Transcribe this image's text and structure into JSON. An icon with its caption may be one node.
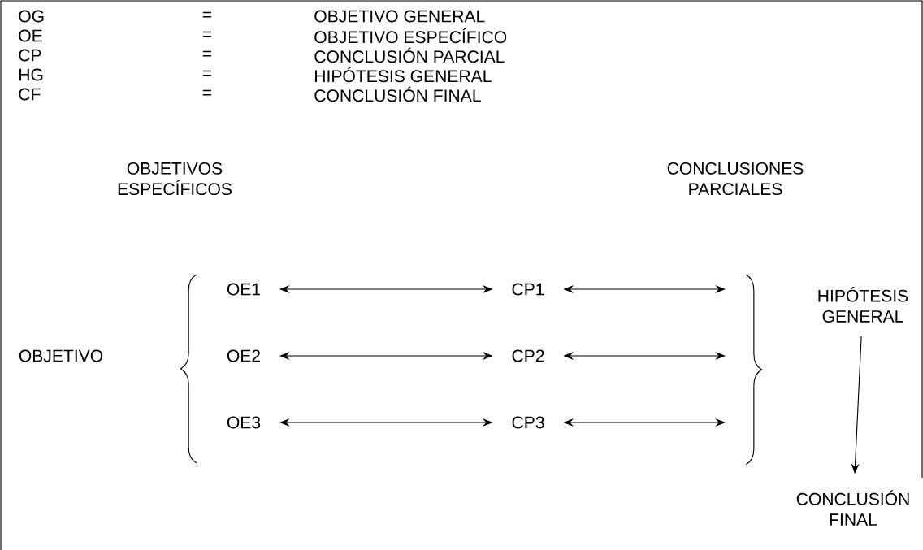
{
  "diagram": {
    "nodes": [
      {
        "text": [
          "OBJETIVO"
        ]
      },
      {
        "text": [
          "OE1"
        ]
      },
      {
        "text": [
          "OE2"
        ]
      },
      {
        "text": [
          "OE3"
        ]
      },
      {
        "text": [
          "CP1"
        ]
      },
      {
        "text": [
          "CP2"
        ]
      },
      {
        "text": [
          "CP3"
        ]
      },
      {
        "text": [
          "HIPÓTESIS GENERAL"
        ]
      },
      {
        "text": [
          "CONCLUSIÓN FINAL"
        ]
      }
    ],
    "edges": [
      {
        "from": 1,
        "to": 4,
        "arrow": "both"
      },
      {
        "from": 4,
        "to": null,
        "arrow": "both"
      },
      {
        "from": 2,
        "to": 5,
        "arrow": "both"
      },
      {
        "from": 5,
        "to": null,
        "arrow": "both"
      },
      {
        "from": 3,
        "to": 6,
        "arrow": "both"
      },
      {
        "from": 6,
        "to": null,
        "arrow": "both"
      },
      {
        "from": 7,
        "to": 8,
        "arrow": "to"
      }
    ],
    "labels": [
      "OG",
      "=",
      "OBJETIVO GENERAL",
      "OE",
      "=",
      "OBJETIVO ESPECÍFICO",
      "CP",
      "=",
      "CONCLUSIÓN PARCIAL",
      "HG",
      "=",
      "HIPÓTESIS GENERAL",
      "CF",
      "=",
      "CONCLUSIÓN FINAL",
      "OBJETIVOS ESPECÍFICOS",
      "CONCLUSIONES PARCIALES"
    ]
  }
}
